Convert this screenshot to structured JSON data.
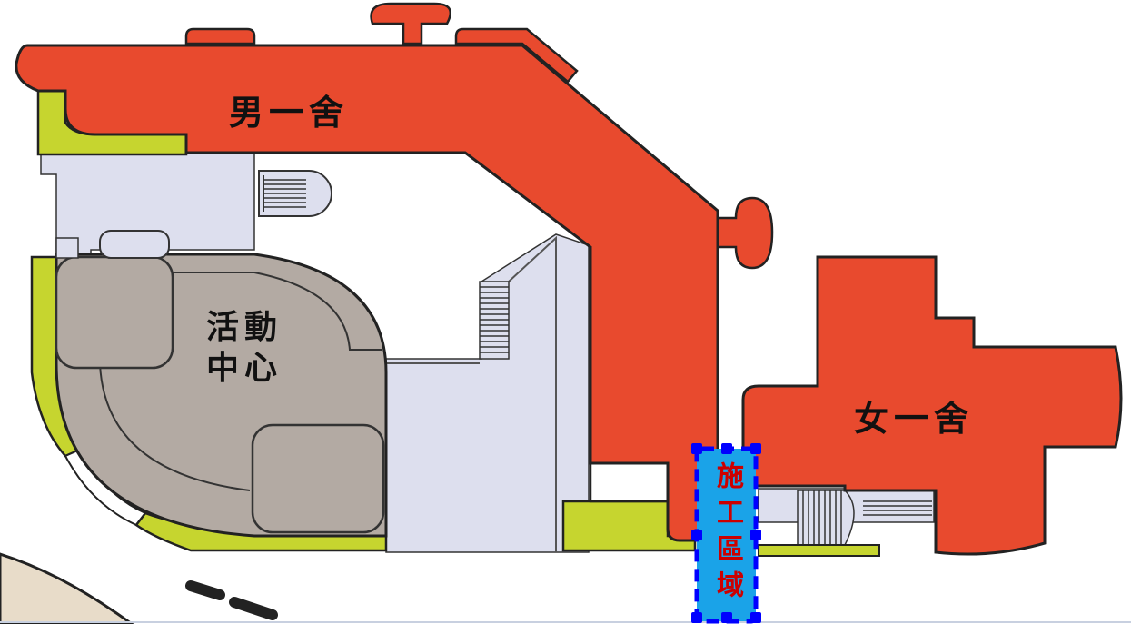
{
  "map": {
    "labels": {
      "male_dorm": "男一舍",
      "female_dorm": "女一舍",
      "activity_center": "活動 中心",
      "construction_area": "施工區域"
    },
    "colors": {
      "dorm": "#e84a2e",
      "activity_center": "#b3aaa3",
      "corridor": "#dddfee",
      "lawn": "#c6d52f",
      "construction": "#1aa3e8",
      "construction_border": "#0000ff",
      "outline": "#111111",
      "road": "#e8dcc9"
    },
    "icons": [
      "stair-icon"
    ]
  }
}
